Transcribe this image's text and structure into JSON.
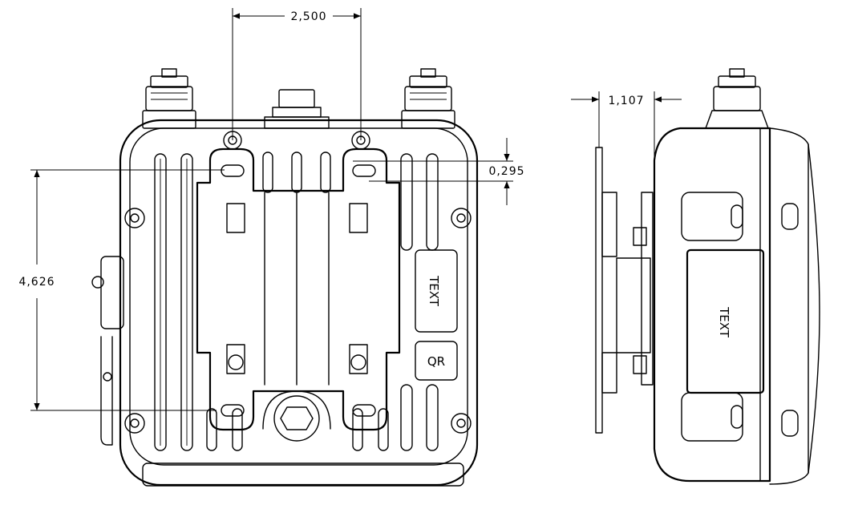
{
  "dimensions": {
    "hole_spacing": "2,500",
    "depth": "1,107",
    "slot_offset": "0,295",
    "height": "4,626"
  },
  "front_view": {
    "text_label": "TEXT",
    "qr_label": "QR"
  },
  "side_view": {
    "text_label": "TEXT"
  },
  "colors": {
    "line": "#000000",
    "background": "#ffffff"
  }
}
